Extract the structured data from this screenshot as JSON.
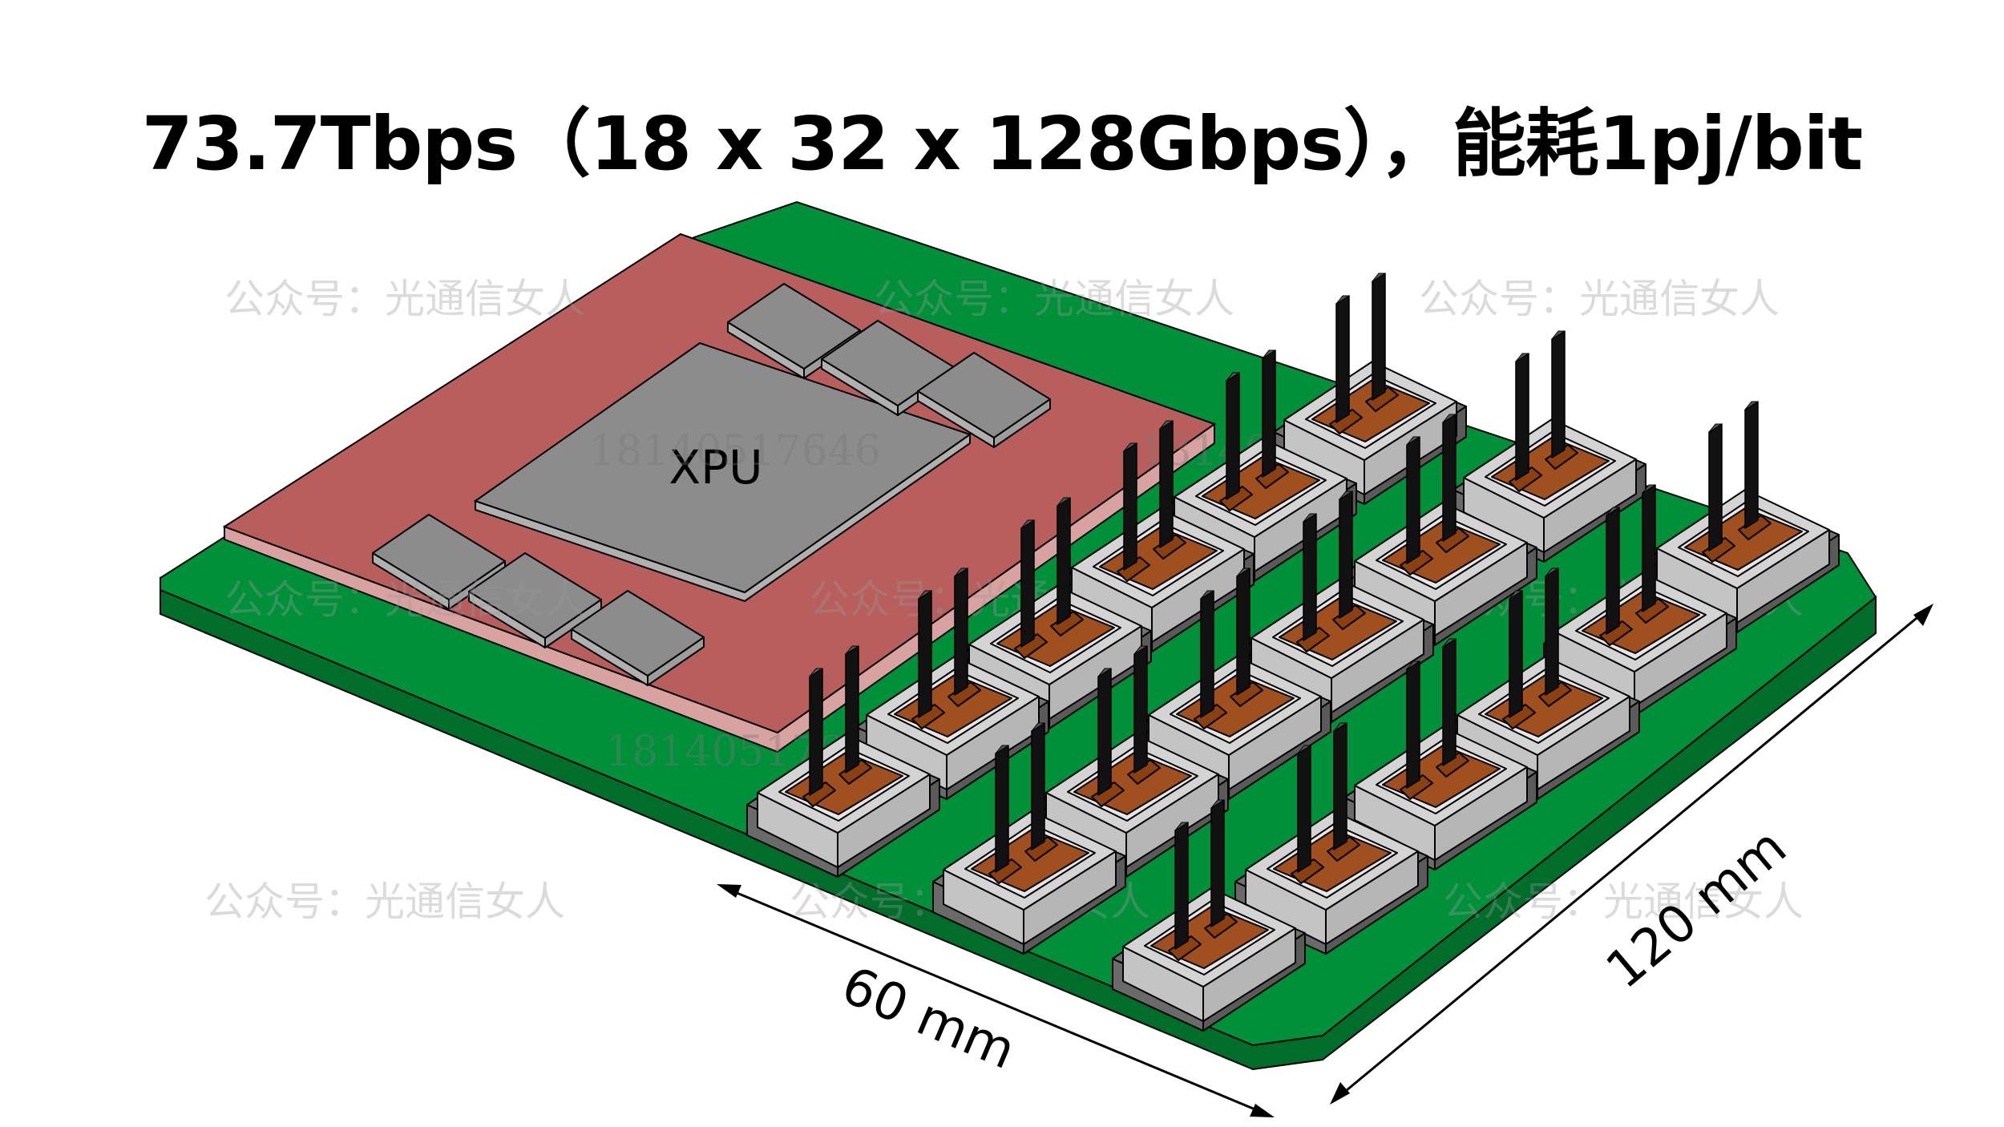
{
  "title": "73.7Tbps（18 x 32 x 128Gbps），能耗1pj/bit",
  "chip_label": "XPU",
  "dimensions": {
    "width_label": "60 mm",
    "length_label": "120 mm"
  },
  "watermarks": {
    "account": "公众号：光通信女人",
    "phone": "18140517646"
  },
  "colors": {
    "board": "#00903a",
    "substrate": "#b85f5e",
    "chip": "#8c8c8c",
    "housing": "#c4c4c4",
    "connector": "#a0501e",
    "pins": "#111111"
  }
}
